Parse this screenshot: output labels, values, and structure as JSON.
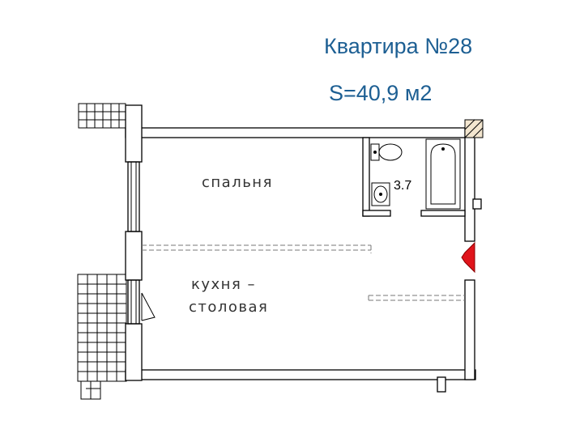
{
  "header": {
    "title": "Квартира №28",
    "area": "S=40,9 м2"
  },
  "rooms": {
    "bedroom": "спальня",
    "kitchen_line1": "кухня –",
    "kitchen_line2": "столовая",
    "bathroom_area": "3.7"
  },
  "colors": {
    "title": "#1d5f93",
    "wall": "#000000",
    "entrance_marker": "#e0141b"
  },
  "icons": {
    "entrance": "entrance-arrow-icon"
  }
}
